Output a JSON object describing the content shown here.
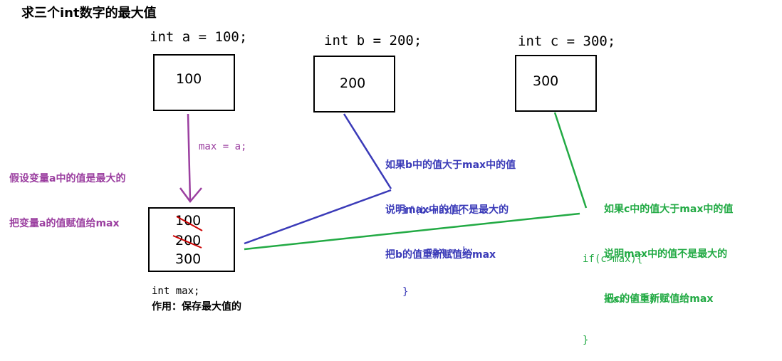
{
  "title": "求三个int数字的最大值",
  "declarations": {
    "a": "int a = 100;",
    "b": "int b = 200;",
    "c": "int c = 300;"
  },
  "boxes": {
    "a_value": "100",
    "b_value": "200",
    "c_value": "300"
  },
  "max_box": {
    "values": [
      "100",
      "200",
      "300"
    ],
    "struck": [
      "100",
      "200"
    ],
    "declaration": "int max;",
    "purpose": "作用：保存最大值的"
  },
  "step_a": {
    "note_line1": "假设变量a中的值是最大的",
    "note_line2": "把变量a的值赋值给max",
    "code": "max = a;"
  },
  "step_b": {
    "note_line1": "如果b中的值大于max中的值",
    "note_line2": "说明max中的值不是最大的",
    "note_line3": "把b的值重新赋值给max",
    "code_line1": "if(b>max){",
    "code_line2": "    max = b;",
    "code_line3": "}"
  },
  "step_c": {
    "note_line1": "如果c中的值大于max中的值",
    "note_line2": "说明max中的值不是最大的",
    "note_line3": "把c的值重新赋值给max",
    "code_line1": "if(c>max){",
    "code_line2": "    max = c;",
    "code_line3": "}"
  },
  "colors": {
    "step_a": "#9b3fa0",
    "step_b": "#3a3ab8",
    "step_c": "#22aa44",
    "strike": "#cc0000"
  }
}
